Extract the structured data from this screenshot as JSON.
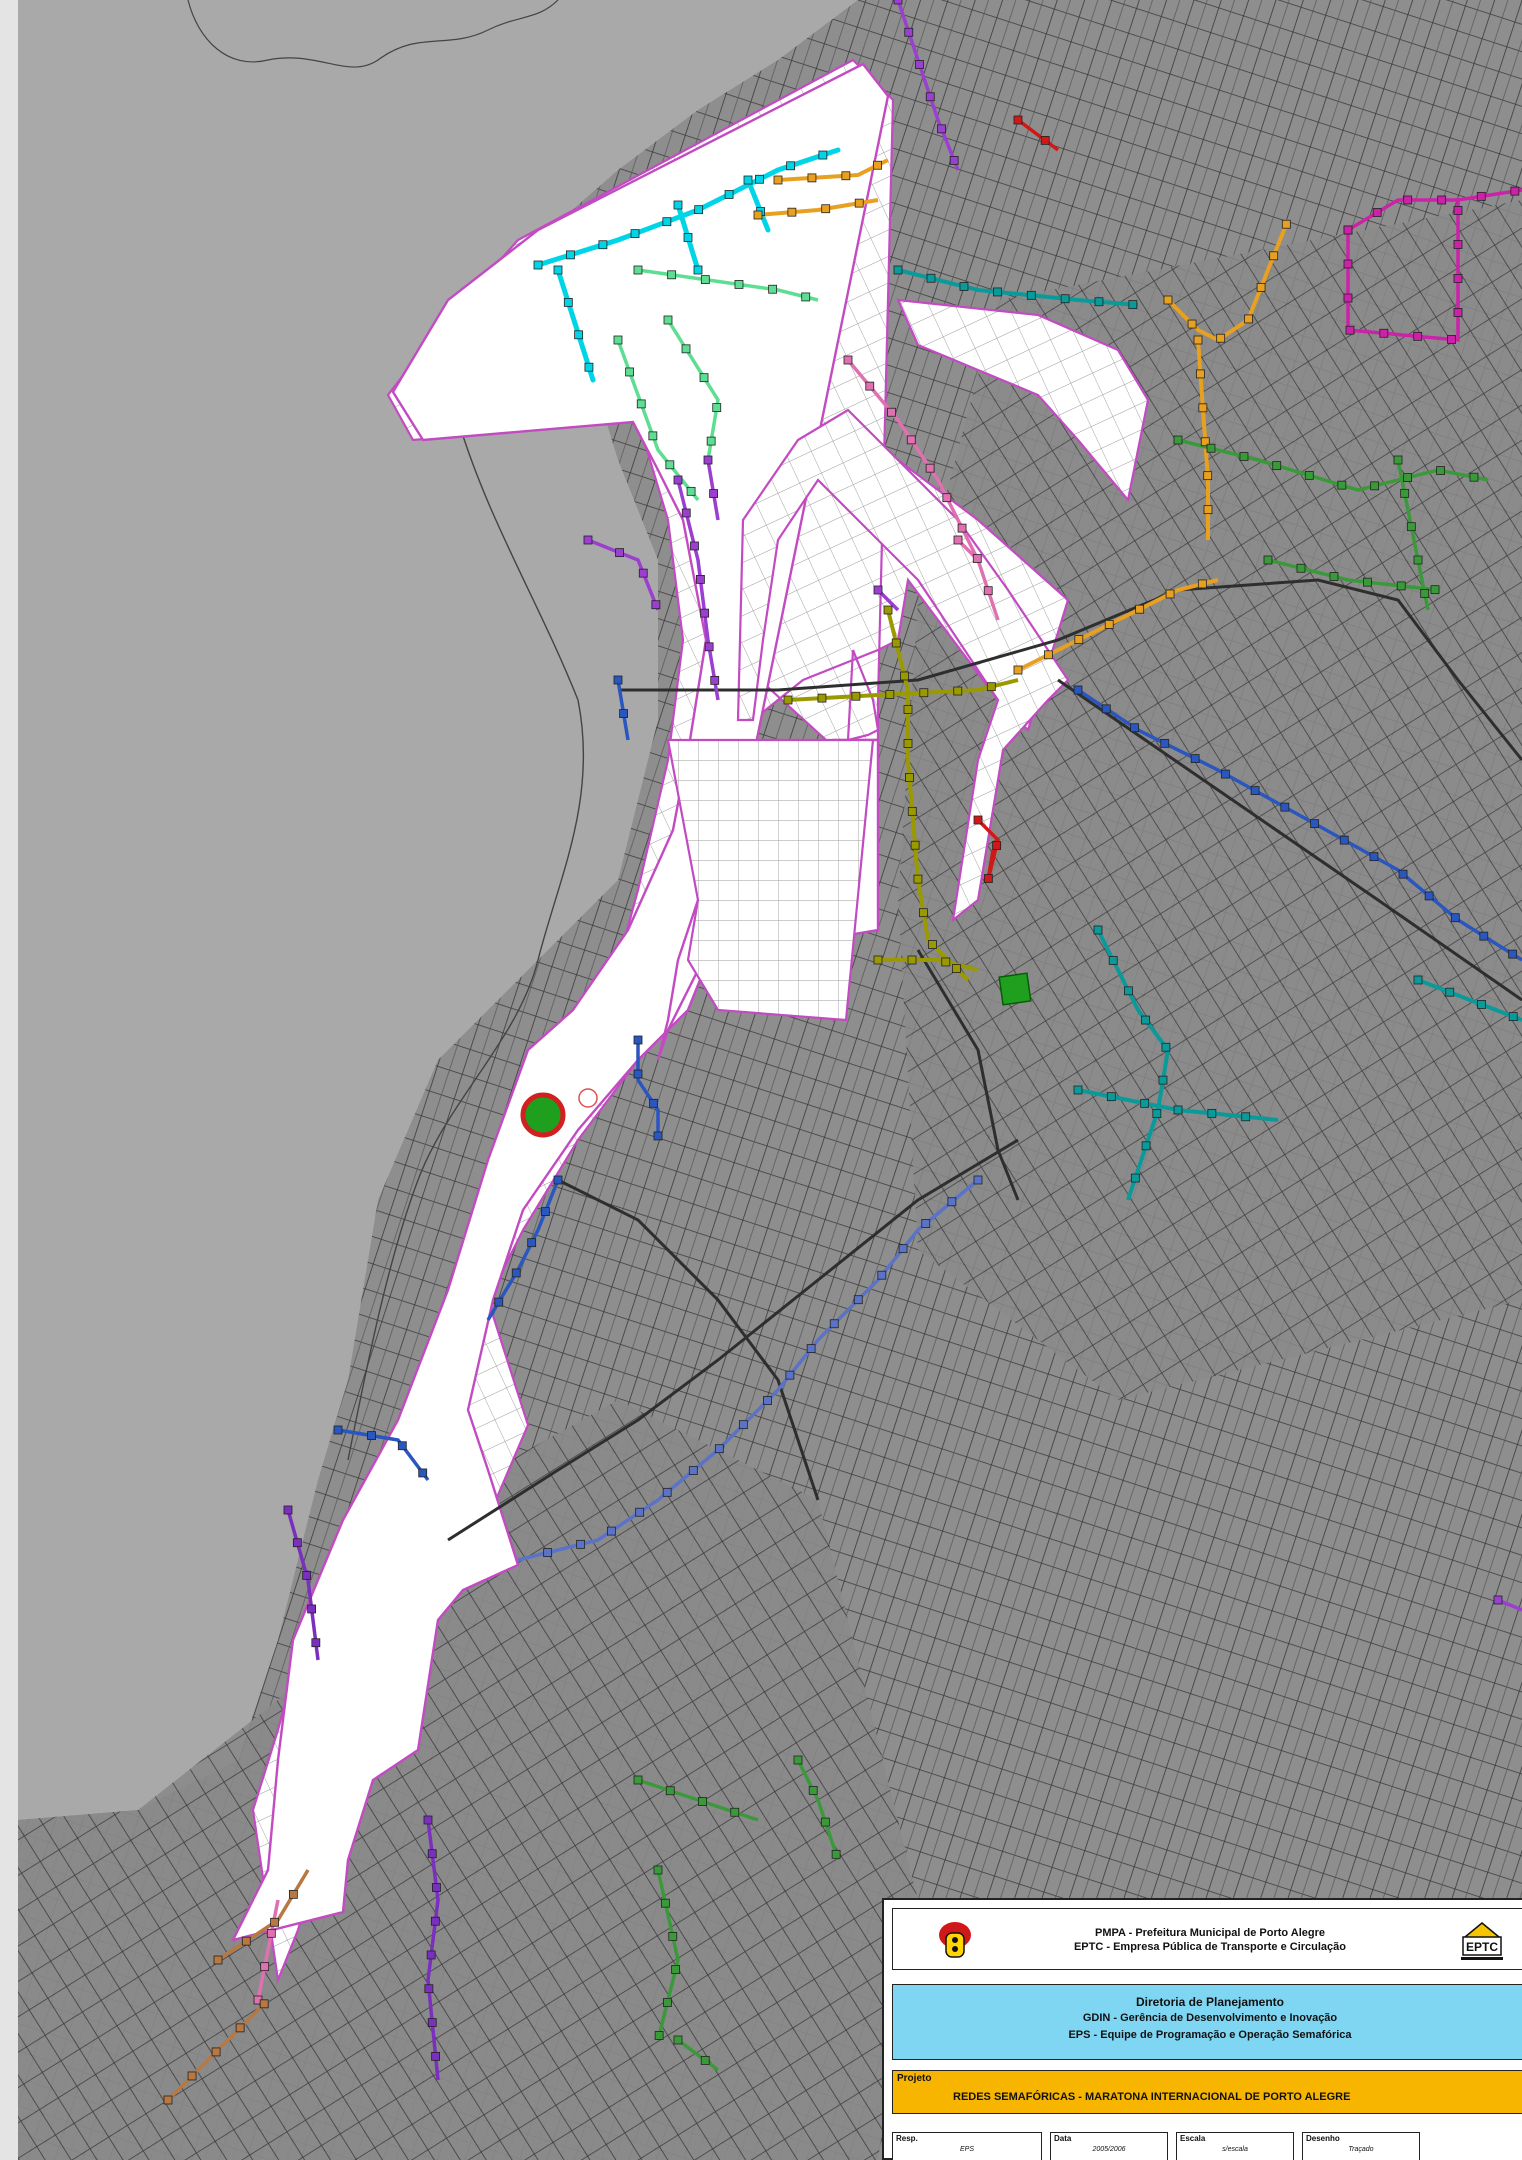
{
  "map": {
    "labels": {
      "label_a": "",
      "label_b": "",
      "label_c": "",
      "label_d": ""
    },
    "colors": {
      "water": "#a9a9a9",
      "streets": "#3c3c3c",
      "route_area": "#ffffff",
      "route_outline": "#c24bc2",
      "net_cyan": "#00d5e8",
      "net_teal": "#0a9a9a",
      "net_mint": "#5ede93",
      "net_olive": "#9a9a00",
      "net_gold": "#d69a10",
      "net_orange": "#e8a020",
      "net_magenta": "#cc22aa",
      "net_purple": "#9a3fcf",
      "net_violet": "#7b2fbf",
      "net_blue": "#2a56c0",
      "net_slate": "#5a72c8",
      "net_red": "#d01818",
      "net_green": "#3a9a3a",
      "net_pink": "#e070b0",
      "net_brown": "#b87840",
      "stadium": "#1ea01e"
    }
  },
  "title_block": {
    "org_line1": "PMPA - Prefeitura Municipal de Porto Alegre",
    "org_line2": "EPTC - Empresa Pública de Transporte e Circulação",
    "dept_line1": "Diretoria de Planejamento",
    "dept_line2": "GDIN - Gerência de Desenvolvimento e Inovação",
    "dept_line3": "EPS - Equipe de Programação e Operação Semafórica",
    "project_label": "Projeto",
    "project_name": "REDES SEMAFÓRICAS  - MARATONA INTERNACIONAL DE PORTO ALEGRE",
    "meta": {
      "resp_label": "Resp.",
      "resp_value": "EPS",
      "data_label": "Data",
      "data_value": "2005/2006",
      "escala_label": "Escala",
      "escala_value": "s/escala",
      "desenho_label": "Desenho",
      "desenho_value": "Traçado"
    },
    "logo_right_text": "EPTC"
  }
}
